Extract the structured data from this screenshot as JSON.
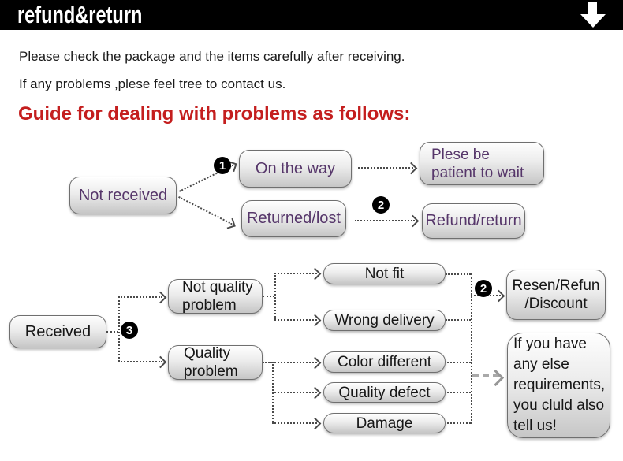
{
  "header": {
    "title": "refund&return"
  },
  "intro": {
    "line1": "Please check the package and the items carefully after receiving.",
    "line2": "If any problems ,plese feel tree to contact us.",
    "heading": "Guide for dealing with problems as follows:"
  },
  "colors": {
    "header_bg": "#000000",
    "heading_red": "#c41e1e",
    "purple_text": "#56366a",
    "box_border": "#6f6f6f",
    "connector": "#4a4a4a"
  },
  "flow1": {
    "badge_on_the_way": "1",
    "badge_refund": "2",
    "not_received": "Not received",
    "on_the_way": "On the way",
    "returned_lost": "Returned/lost",
    "patient_line1": "Plese be",
    "patient_line2": "patient to wait",
    "refund_return": "Refund/return"
  },
  "flow2": {
    "badge_received": "3",
    "badge_resolution": "2",
    "received": "Received",
    "not_quality_line1": "Not quality",
    "not_quality_line2": "problem",
    "quality_line1": "Quality",
    "quality_line2": "problem",
    "not_fit": "Not fit",
    "wrong_delivery": "Wrong delivery",
    "color_different": "Color different",
    "quality_defect": "Quality defect",
    "damage": "Damage",
    "resolution_line1": "Resen/Refun",
    "resolution_line2": "/Discount",
    "more_line1": "If you have",
    "more_line2": "any else",
    "more_line3": "requirements,",
    "more_line4": "you cluld also",
    "more_line5": "tell us!"
  }
}
